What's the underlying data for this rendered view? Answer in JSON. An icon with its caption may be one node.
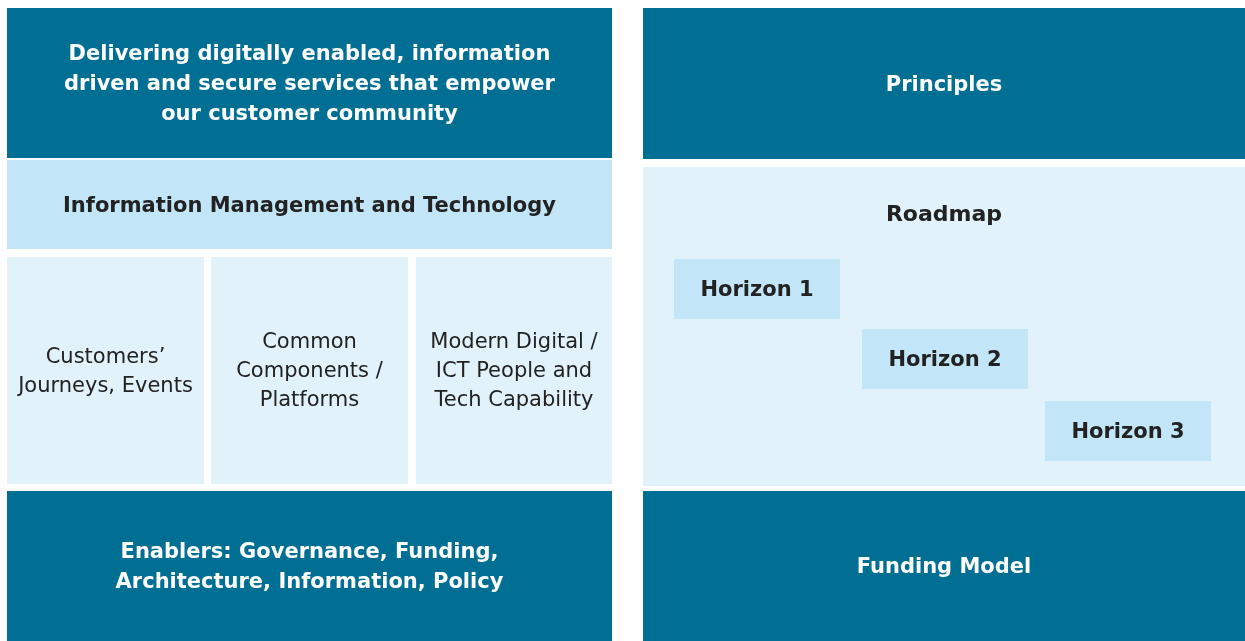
{
  "diagram": {
    "nodes": [
      {
        "text": [
          "Delivering digitally enabled, information driven and secure services that empower our customer community"
        ]
      },
      {
        "text": [
          "Information Management and Technology"
        ]
      },
      {
        "text": [
          "Customers’ Journeys, Events"
        ]
      },
      {
        "text": [
          "Common Components / Platforms"
        ]
      },
      {
        "text": [
          "Modern Digital / ICT People and Tech Capability"
        ]
      },
      {
        "text": [
          "Enablers: Governance, Funding, Architecture, Information, Policy"
        ]
      },
      {
        "text": [
          "Principles"
        ]
      },
      {
        "text": [
          "Roadmap"
        ]
      },
      {
        "text": [
          "Horizon 1"
        ],
        "in": 7
      },
      {
        "text": [
          "Horizon 2"
        ],
        "in": 7
      },
      {
        "text": [
          "Horizon 3"
        ],
        "in": 7
      },
      {
        "text": [
          "Funding Model"
        ]
      }
    ]
  }
}
